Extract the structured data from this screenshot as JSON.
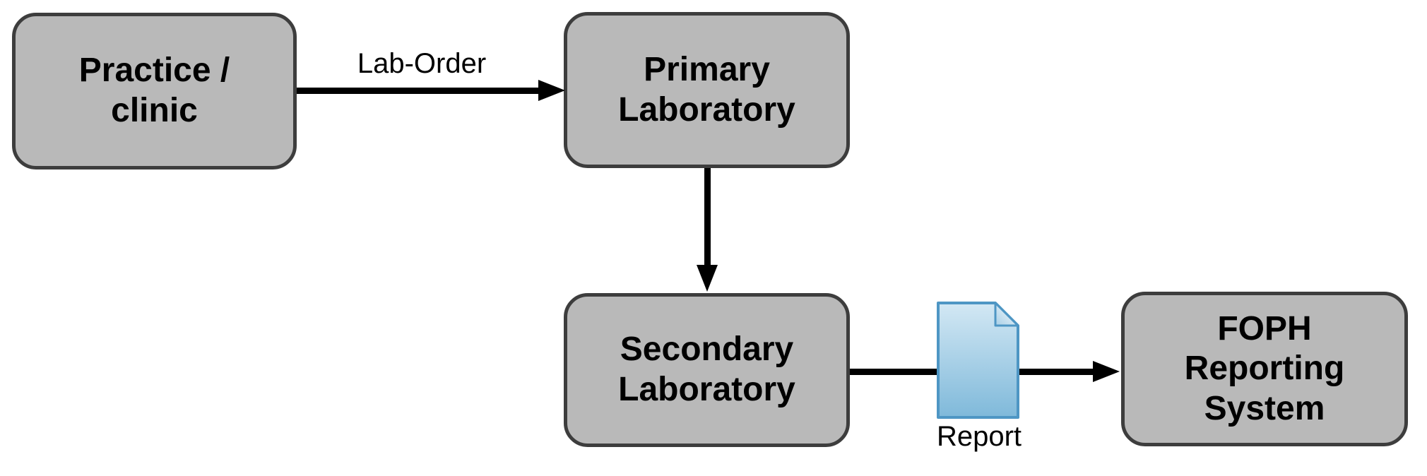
{
  "diagram": {
    "type": "flowchart",
    "background": "#ffffff",
    "nodes": [
      {
        "id": "practice-clinic",
        "lines": [
          "Practice /",
          "clinic"
        ]
      },
      {
        "id": "primary-laboratory",
        "lines": [
          "Primary",
          "Laboratory"
        ]
      },
      {
        "id": "secondary-laboratory",
        "lines": [
          "Secondary",
          "Laboratory"
        ]
      },
      {
        "id": "foph-reporting-system",
        "lines": [
          "FOPH",
          "Reporting",
          "System"
        ]
      }
    ],
    "edges": [
      {
        "id": "lab-order",
        "from": "practice-clinic",
        "to": "primary-laboratory",
        "label": "Lab-Order",
        "direction": "right"
      },
      {
        "id": "primary-to-secondary",
        "from": "primary-laboratory",
        "to": "secondary-laboratory",
        "label": "",
        "direction": "down"
      },
      {
        "id": "report",
        "from": "secondary-laboratory",
        "to": "foph-reporting-system",
        "label": "Report",
        "direction": "right",
        "icon": "report-document-icon"
      }
    ],
    "icons": [
      {
        "name": "report-document-icon",
        "shape": "note-page-with-folded-corner"
      }
    ],
    "colors": {
      "node_fill": "#b9b9b9",
      "node_border": "#3d3d3d",
      "arrow": "#000000",
      "text": "#000000",
      "doc_border": "#4e96c4",
      "doc_fill_top": "#d3e8f4",
      "doc_fill_bottom": "#7fb9da",
      "doc_fold_light": "#ffffff",
      "doc_fold_dark": "#a8cfe6"
    }
  }
}
